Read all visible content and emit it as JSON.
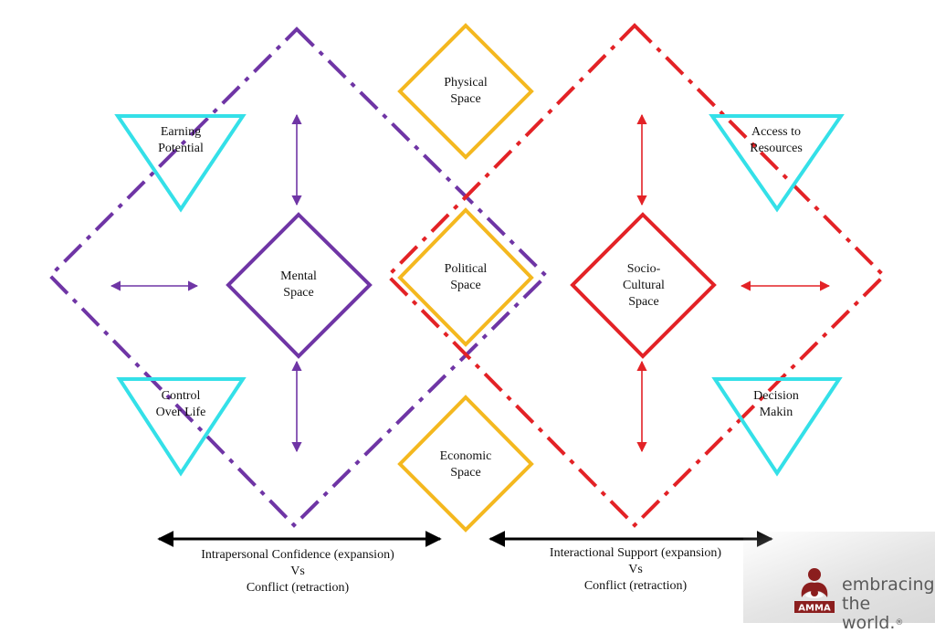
{
  "colors": {
    "purple": "#6f35a5",
    "red": "#e32226",
    "yellow": "#f4b81f",
    "cyan": "#34e0e8",
    "black": "#000000",
    "brand_red": "#8b1e1e"
  },
  "nodes": {
    "physical_space": "Physical\nSpace",
    "political_space": "Political\nSpace",
    "economic_space": "Economic\nSpace",
    "mental_space": "Mental\nSpace",
    "socio_cultural_space": "Socio-\nCultural\nSpace",
    "earning_potential": "Earning\nPotential",
    "control_over_life": "Control\nOver Life",
    "access_to_resources": "Access to\nResources",
    "decision_makin": "Decision\nMakin"
  },
  "captions": {
    "left": "Intrapersonal Confidence (expansion)\nVs\nConflict (retraction)",
    "right": "Interactional Support (expansion)\nVs\nConflict (retraction)"
  },
  "brand": {
    "logo_text": "AMMA",
    "line1": "embracing",
    "line2": "the world.",
    "trademark": "®"
  }
}
